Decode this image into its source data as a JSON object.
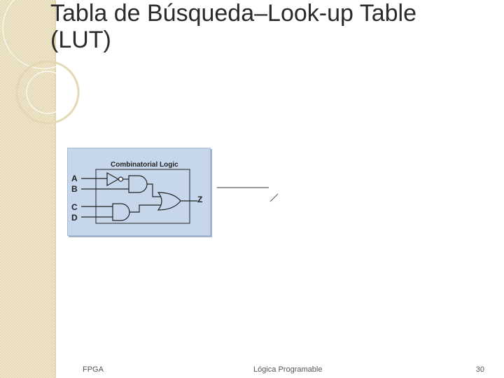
{
  "slide": {
    "title_line1": "Tabla de Búsqueda–Look-up Table",
    "title_line2": "(LUT)"
  },
  "diagram": {
    "box_title": "Combinatorial Logic",
    "inputs": [
      "A",
      "B",
      "C",
      "D"
    ],
    "output": "Z",
    "box_color": "#c6d7ec"
  },
  "footer": {
    "left": "FPGA",
    "center": "Lógica Programable",
    "page_number": "30"
  }
}
